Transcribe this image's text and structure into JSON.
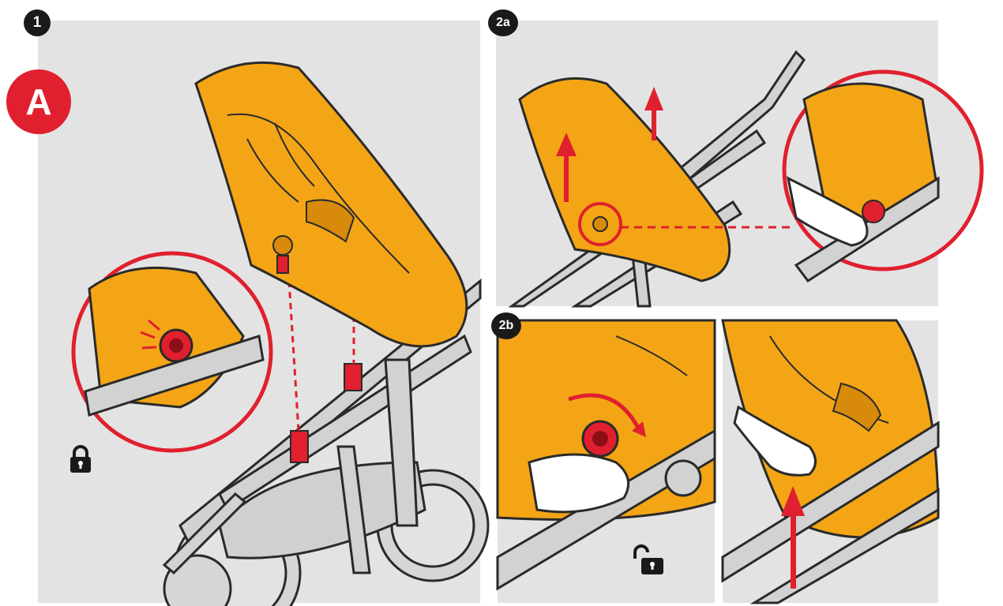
{
  "steps": {
    "step1": "1",
    "step2a": "2a",
    "step2b": "2b"
  },
  "mode_badge": "A",
  "icons": {
    "locked": "lock-closed-icon",
    "unlocked": "lock-open-icon",
    "arrow": "red-arrow-icon"
  },
  "colors": {
    "seat": "#f3a516",
    "seat_dark": "#d88a0a",
    "frame": "#cfcfcf",
    "outline": "#2a2a2a",
    "accent_red": "#e0202e",
    "panel_bg": "#e3e3e3"
  }
}
